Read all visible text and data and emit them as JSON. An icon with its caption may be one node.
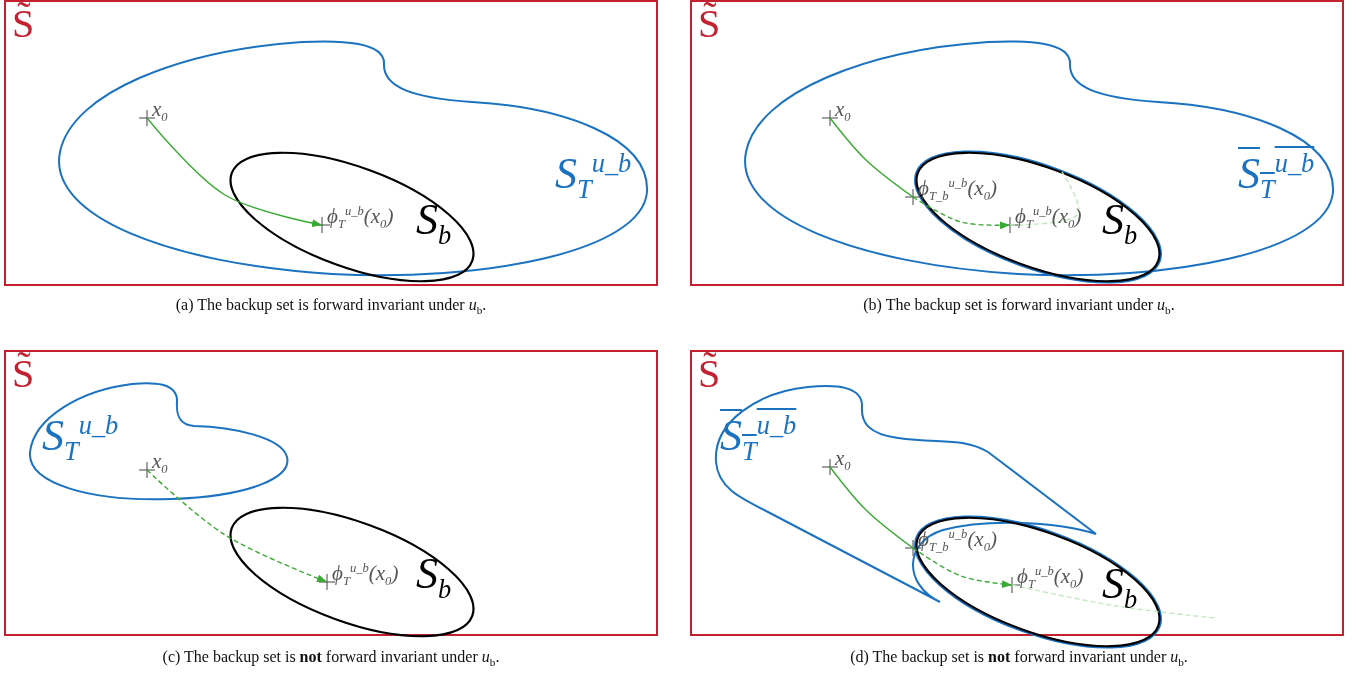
{
  "diagram": {
    "nodes": [
      {
        "text": [
          "S̃"
        ]
      },
      {
        "text": [
          "S$_{T}$$^{u_b}$"
        ],
        "in": 0
      },
      {
        "text": [
          "x$_{0}$"
        ],
        "in": 1
      },
      {
        "text": [
          "S$_{b}$"
        ],
        "in": 1
      },
      {
        "text": [
          "ϕ$_{T}$$^{u_b}$(x$_{0}$)"
        ],
        "in": 3
      },
      {
        "text": [
          "S̃"
        ]
      },
      {
        "text": [
          "S$_{T}$$^{u_b}$"
        ],
        "in": 5
      },
      {
        "text": [
          "x$_{0}$"
        ],
        "in": 6
      },
      {
        "text": [
          "S$_{b}$"
        ],
        "in": 6
      },
      {
        "text": [
          "ϕ$_{T_b}$$^{u_b}$(x$_{0}$)"
        ],
        "in": 8
      },
      {
        "text": [
          "ϕ$_{T}$$^{u_b}$(x$_{0}$)"
        ],
        "in": 8
      },
      {
        "text": [
          "S̃"
        ]
      },
      {
        "text": [
          "S$_{T}$$^{u_b}$"
        ],
        "in": 11
      },
      {
        "text": [
          "x$_{0}$"
        ],
        "in": 12
      },
      {
        "text": [
          "S$_{b}$"
        ],
        "in": 11
      },
      {
        "text": [
          "ϕ$_{T}$$^{u_b}$(x$_{0}$)"
        ],
        "in": 14
      },
      {
        "text": [
          "S̃"
        ]
      },
      {
        "text": [
          "S$_{T}$$^{u_b}$"
        ],
        "in": 16
      },
      {
        "text": [
          "x$_{0}$"
        ],
        "in": 17
      },
      {
        "text": [
          "S$_{b}$"
        ],
        "in": 16
      },
      {
        "text": [
          "ϕ$_{T_b}$$^{u_b}$(x$_{0}$)"
        ],
        "in": 19
      },
      {
        "text": [
          "ϕ$_{T}$$^{u_b}$(x$_{0}$)"
        ],
        "in": 19
      }
    ],
    "edges": [
      {
        "from": 2,
        "to": 4,
        "arrow": "to"
      },
      {
        "from": 7,
        "to": 9,
        "arrow": "none"
      },
      {
        "from": 9,
        "to": 10,
        "arrow": "to",
        "style": "dashed"
      },
      {
        "from": 10,
        "to": null,
        "arrow": "none",
        "style": "dashed",
        "color": "#c2e8c0"
      },
      {
        "from": 13,
        "to": 15,
        "arrow": "to",
        "style": "dashed"
      },
      {
        "from": 18,
        "to": 20,
        "arrow": "none"
      },
      {
        "from": 20,
        "to": 21,
        "arrow": "to",
        "style": "dashed"
      },
      {
        "from": 21,
        "to": null,
        "arrow": "none",
        "style": "dashed",
        "color": "#c2e8c0"
      }
    ],
    "labels": [
      "(a) The backup set is forward invariant under *u*$_{b}$.",
      "(b) The backup set is forward invariant under *u*$_{b}$.",
      "(c) The backup set is **not** forward invariant under *u*$_{b}$.",
      "(d) The backup set is **not** forward invariant under *u*$_{b}$."
    ]
  }
}
